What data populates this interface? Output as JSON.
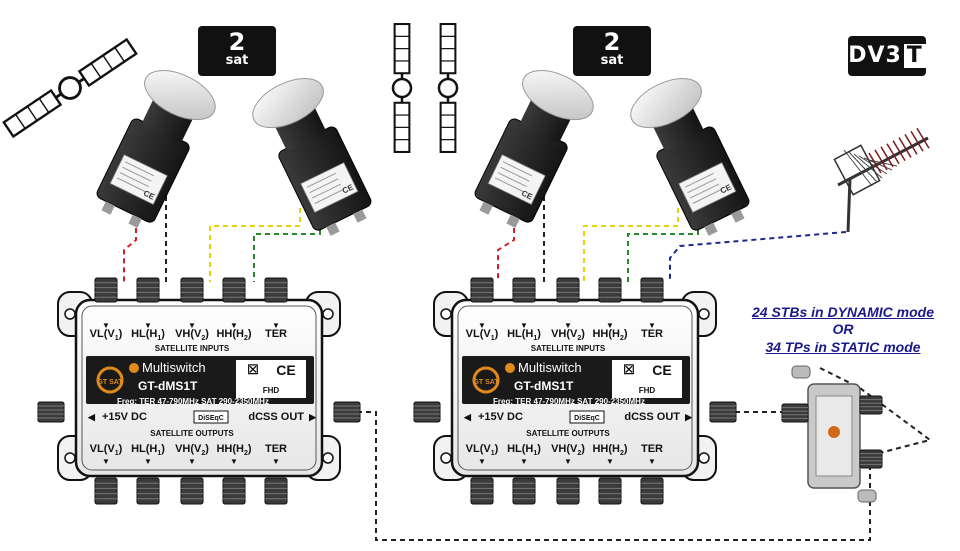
{
  "badges": {
    "sat_left": {
      "big": "2",
      "small": "sat"
    },
    "sat_right": {
      "big": "2",
      "small": "sat"
    },
    "dvbt": {
      "main": "DV3",
      "boxed": "T"
    }
  },
  "lnb_label_text": "CE",
  "multiswitch": {
    "input_labels": [
      "VL(V",
      "HL(H",
      "VH(V",
      "HH(H",
      "TER"
    ],
    "input_subs": [
      "1",
      "1",
      "2",
      "2",
      ""
    ],
    "inputs_caption": "SATELLITE INPUTS",
    "brand": "Multiswitch",
    "model": "GT-dMS1T",
    "ce_mark": "CE",
    "freq": "Freq: TER 47-790MHz SAT 290-2350MHz",
    "dc": "+15V DC",
    "dcss_out": "dCSS OUT",
    "outputs_caption": "SATELLITE OUTPUTS",
    "output_labels": [
      "VL(V",
      "HL(H",
      "VH(V",
      "HH(H",
      "TER"
    ],
    "output_subs": [
      "1",
      "1",
      "2",
      "2",
      ""
    ],
    "logo": "GT SAT",
    "fhd": "FHD",
    "diseqc": "DiSEqC"
  },
  "notes": {
    "line1": "24 STBs in DYNAMIC mode",
    "line2": "OR",
    "line3": "34 TPs in STATIC mode"
  },
  "colors": {
    "cable_red": "#cc2222",
    "cable_black": "#222222",
    "cable_yellow": "#e8d400",
    "cable_green": "#2a8a2a",
    "cable_blue": "#1a2a8a",
    "note_text": "#1a1a8a",
    "lnb_body": "#2a2a2a",
    "lnb_cap": "#f2f2f2"
  }
}
